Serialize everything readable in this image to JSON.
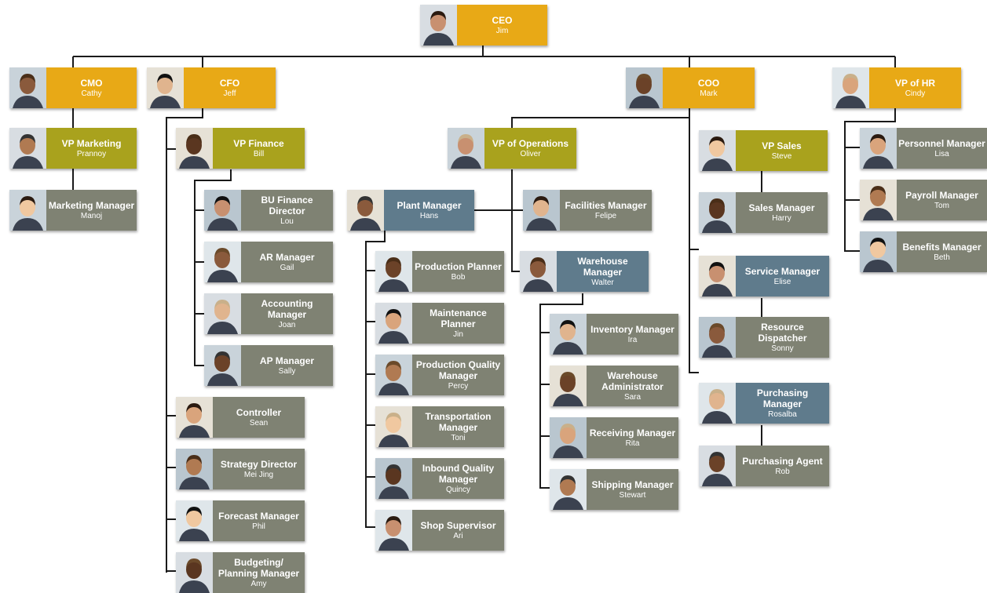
{
  "palette": {
    "executive": "#e8a916",
    "vp": "#a9a21d",
    "plant_manager": "#5f7b8c",
    "staff": "#7f8273",
    "connector": "#1a1a1a"
  },
  "nodes": [
    {
      "id": "ceo",
      "title": "CEO",
      "name": "Jim",
      "level": "ceo"
    },
    {
      "id": "cmo",
      "title": "CMO",
      "name": "Cathy",
      "level": "exec"
    },
    {
      "id": "cfo",
      "title": "CFO",
      "name": "Jeff",
      "level": "exec"
    },
    {
      "id": "coo",
      "title": "COO",
      "name": "Mark",
      "level": "exec"
    },
    {
      "id": "vphr",
      "title": "VP of HR",
      "name": "Cindy",
      "level": "exec"
    },
    {
      "id": "vpmkt",
      "title": "VP Marketing",
      "name": "Prannoy",
      "level": "vp"
    },
    {
      "id": "mktmgr",
      "title": "Marketing Manager",
      "name": "Manoj",
      "level": "staff"
    },
    {
      "id": "vpfin",
      "title": "VP Finance",
      "name": "Bill",
      "level": "vp"
    },
    {
      "id": "bufin",
      "title": "BU Finance Director",
      "name": "Lou",
      "level": "staff"
    },
    {
      "id": "armgr",
      "title": "AR Manager",
      "name": "Gail",
      "level": "staff"
    },
    {
      "id": "acctmgr",
      "title": "Accounting Manager",
      "name": "Joan",
      "level": "staff"
    },
    {
      "id": "apmgr",
      "title": "AP Manager",
      "name": "Sally",
      "level": "staff"
    },
    {
      "id": "controller",
      "title": "Controller",
      "name": "Sean",
      "level": "staff"
    },
    {
      "id": "strategy",
      "title": "Strategy Director",
      "name": "Mei Jing",
      "level": "staff"
    },
    {
      "id": "forecast",
      "title": "Forecast Manager",
      "name": "Phil",
      "level": "staff"
    },
    {
      "id": "budget",
      "title": "Budgeting/ Planning Manager",
      "name": "Amy",
      "level": "staff"
    },
    {
      "id": "vpops",
      "title": "VP of Operations",
      "name": "Oliver",
      "level": "vp"
    },
    {
      "id": "plant",
      "title": "Plant Manager",
      "name": "Hans",
      "level": "mgr"
    },
    {
      "id": "facilities",
      "title": "Facilities Manager",
      "name": "Felipe",
      "level": "staff"
    },
    {
      "id": "prodplan",
      "title": "Production Planner",
      "name": "Bob",
      "level": "staff"
    },
    {
      "id": "maint",
      "title": "Maintenance Planner",
      "name": "Jin",
      "level": "staff"
    },
    {
      "id": "prodqual",
      "title": "Production Quality Manager",
      "name": "Percy",
      "level": "staff"
    },
    {
      "id": "transport",
      "title": "Transportation Manager",
      "name": "Toni",
      "level": "staff"
    },
    {
      "id": "inbound",
      "title": "Inbound Quality Manager",
      "name": "Quincy",
      "level": "staff"
    },
    {
      "id": "shop",
      "title": "Shop Supervisor",
      "name": "Ari",
      "level": "staff"
    },
    {
      "id": "warehouse",
      "title": "Warehouse Manager",
      "name": "Walter",
      "level": "mgr"
    },
    {
      "id": "inventory",
      "title": "Inventory Manager",
      "name": "Ira",
      "level": "staff"
    },
    {
      "id": "whadmin",
      "title": "Warehouse Administrator",
      "name": "Sara",
      "level": "staff"
    },
    {
      "id": "receiving",
      "title": "Receiving Manager",
      "name": "Rita",
      "level": "staff"
    },
    {
      "id": "shipping",
      "title": "Shipping Manager",
      "name": "Stewart",
      "level": "staff"
    },
    {
      "id": "vpsales",
      "title": "VP Sales",
      "name": "Steve",
      "level": "vp"
    },
    {
      "id": "salesmgr",
      "title": "Sales Manager",
      "name": "Harry",
      "level": "staff"
    },
    {
      "id": "service",
      "title": "Service Manager",
      "name": "Elise",
      "level": "mgr"
    },
    {
      "id": "dispatch",
      "title": "Resource Dispatcher",
      "name": "Sonny",
      "level": "staff"
    },
    {
      "id": "purchmgr",
      "title": "Purchasing Manager",
      "name": "Rosalba",
      "level": "mgr"
    },
    {
      "id": "purchagent",
      "title": "Purchasing Agent",
      "name": "Rob",
      "level": "staff"
    },
    {
      "id": "personnel",
      "title": "Personnel Manager",
      "name": "Lisa",
      "level": "staff"
    },
    {
      "id": "payroll",
      "title": "Payroll Manager",
      "name": "Tom",
      "level": "staff"
    },
    {
      "id": "benefits",
      "title": "Benefits Manager",
      "name": "Beth",
      "level": "staff"
    }
  ]
}
